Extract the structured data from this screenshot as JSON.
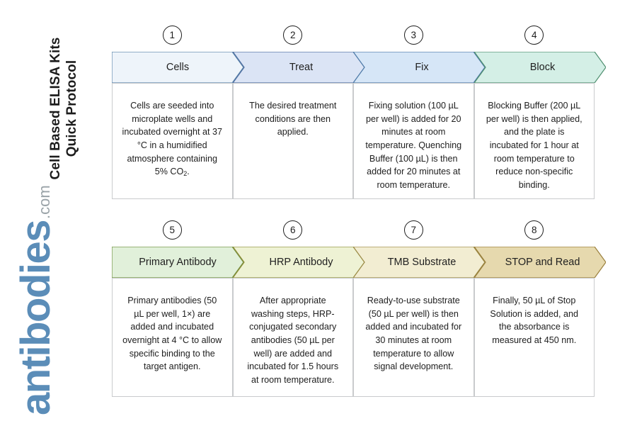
{
  "title": {
    "line1": "Cell Based ELISA Kits",
    "line2": "Quick Protocol"
  },
  "logo": {
    "name": "antibodies",
    "suffix": ".com",
    "color": "#5b8db8",
    "suffix_color": "#9aa3a8"
  },
  "colors": {
    "step1_fill": "#eef4fa",
    "step1_stroke": "#5b85ab",
    "step2_fill": "#dbe4f5",
    "step2_stroke": "#4f6fa0",
    "step3_fill": "#d6e6f7",
    "step3_stroke": "#4f7ba8",
    "step4_fill": "#d4efe6",
    "step4_stroke": "#4f8f6f",
    "step5_fill": "#e1f0da",
    "step5_stroke": "#6f8f3f",
    "step6_fill": "#eef2d4",
    "step6_stroke": "#8f8f3a",
    "step7_fill": "#f2edd2",
    "step7_stroke": "#9b8a46",
    "step8_fill": "#e6d9ae",
    "step8_stroke": "#9a7f3c",
    "box_border": "#c9cbcd",
    "circle_stroke": "#1d1d1d",
    "text": "#202020"
  },
  "rows": [
    {
      "id": "row-1",
      "steps": [
        {
          "number": "1",
          "label": "Cells",
          "body": "Cells are seeded into microplate wells and incubated overnight at 37 °C in a humidified atmosphere containing 5% CO",
          "body_sub": "2",
          "body_tail": ".",
          "fill": "#eef4fa",
          "stroke": "#5b85ab"
        },
        {
          "number": "2",
          "label": "Treat",
          "body": "The desired treatment conditions are then applied.",
          "fill": "#dbe4f5",
          "stroke": "#4f6fa0"
        },
        {
          "number": "3",
          "label": "Fix",
          "body": "Fixing solution (100 µL per well) is added for 20 minutes at room temperature. Quenching Buffer (100 µL) is then added for 20 minutes at room temperature.",
          "fill": "#d6e6f7",
          "stroke": "#4f7ba8"
        },
        {
          "number": "4",
          "label": "Block",
          "body": "Blocking Buffer (200 µL per well) is then applied, and the plate is incubated for 1 hour at room temperature to reduce non-specific binding.",
          "fill": "#d4efe6",
          "stroke": "#4f8f6f"
        }
      ]
    },
    {
      "id": "row-2",
      "steps": [
        {
          "number": "5",
          "label": "Primary Antibody",
          "body": "Primary antibodies (50 µL per well, 1×) are added and incubated overnight at 4 °C to allow specific binding to the target antigen.",
          "fill": "#e1f0da",
          "stroke": "#6f8f3f"
        },
        {
          "number": "6",
          "label": "HRP Antibody",
          "body": "After appropriate washing steps, HRP-conjugated secondary antibodies (50 µL per well) are added and incubated for 1.5 hours at room temperature.",
          "fill": "#eef2d4",
          "stroke": "#8f8f3a"
        },
        {
          "number": "7",
          "label": "TMB Substrate",
          "body": "Ready-to-use substrate (50 µL per well) is then added and incubated for 30 minutes at room temperature to allow signal development.",
          "fill": "#f2edd2",
          "stroke": "#9b8a46"
        },
        {
          "number": "8",
          "label": "STOP and Read",
          "body": "Finally, 50 µL of Stop Solution is added, and the absorbance is measured at 450 nm.",
          "fill": "#e6d9ae",
          "stroke": "#9a7f3c"
        }
      ]
    }
  ]
}
